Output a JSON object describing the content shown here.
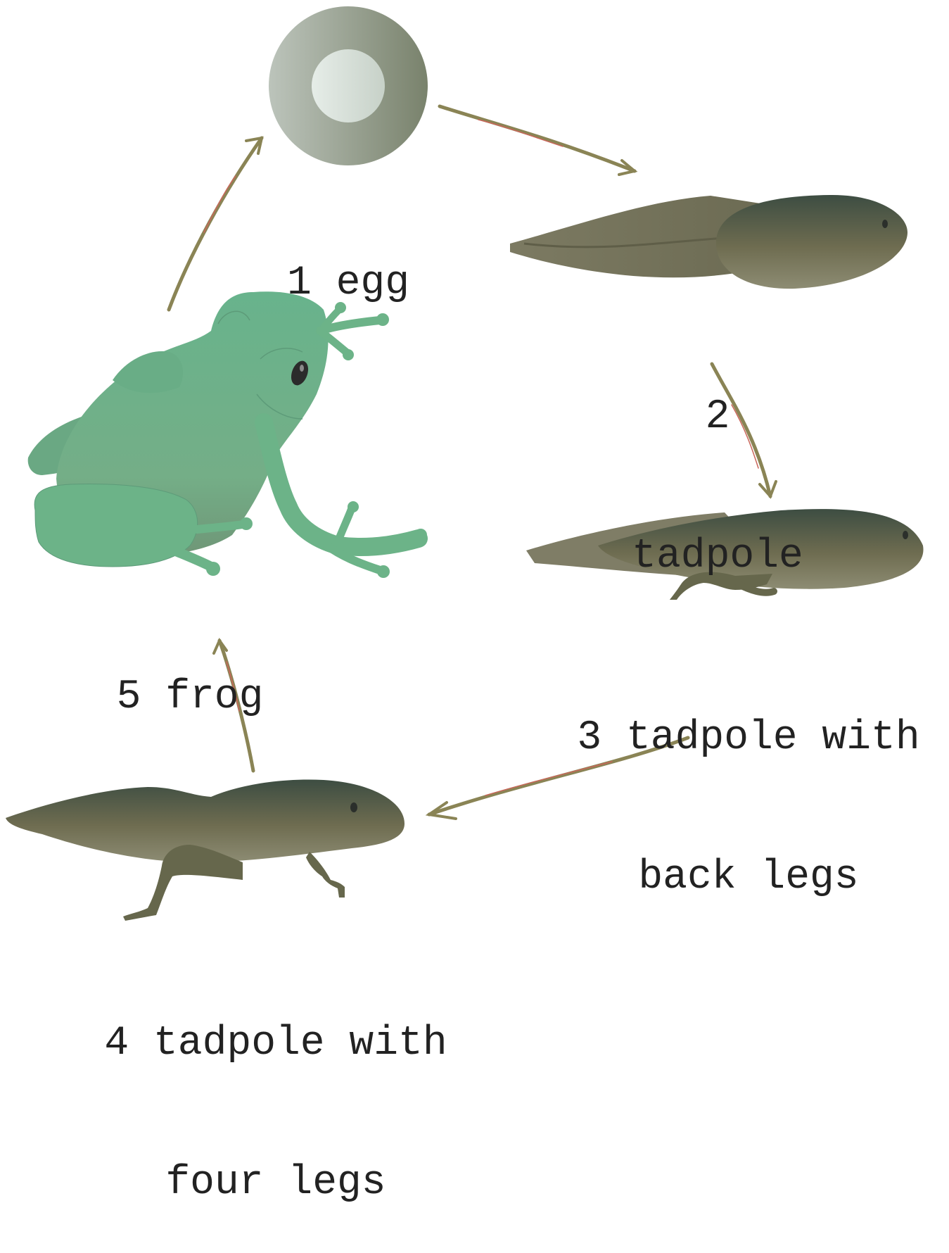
{
  "stages": [
    {
      "number": "1",
      "name": "egg",
      "lines": [
        "1 egg"
      ]
    },
    {
      "number": "2",
      "name": "tadpole",
      "lines": [
        "2",
        "tadpole"
      ]
    },
    {
      "number": "3",
      "name": "tadpole with back legs",
      "lines": [
        "3 tadpole with",
        "back legs"
      ]
    },
    {
      "number": "4",
      "name": "tadpole with four legs",
      "lines": [
        "4 tadpole with",
        "four legs"
      ]
    },
    {
      "number": "5",
      "name": "frog",
      "lines": [
        "5 frog"
      ]
    }
  ],
  "colors": {
    "arrow": "#8a8455",
    "arrow_highlight": "#c9665a",
    "tadpole_dark": "#3f5043",
    "tadpole_light": "#8b8a6e",
    "frog": "#6bb18c",
    "frog_outline": "#5d9b79",
    "egg_outer_left": "#b9c1b8",
    "egg_outer_right": "#7d8570",
    "egg_inner": "#dfe7e1",
    "text": "#222222"
  },
  "icons": [
    "egg-icon",
    "tadpole-icon",
    "tadpole-back-legs-icon",
    "tadpole-four-legs-icon",
    "frog-icon",
    "cycle-arrow-icon"
  ]
}
